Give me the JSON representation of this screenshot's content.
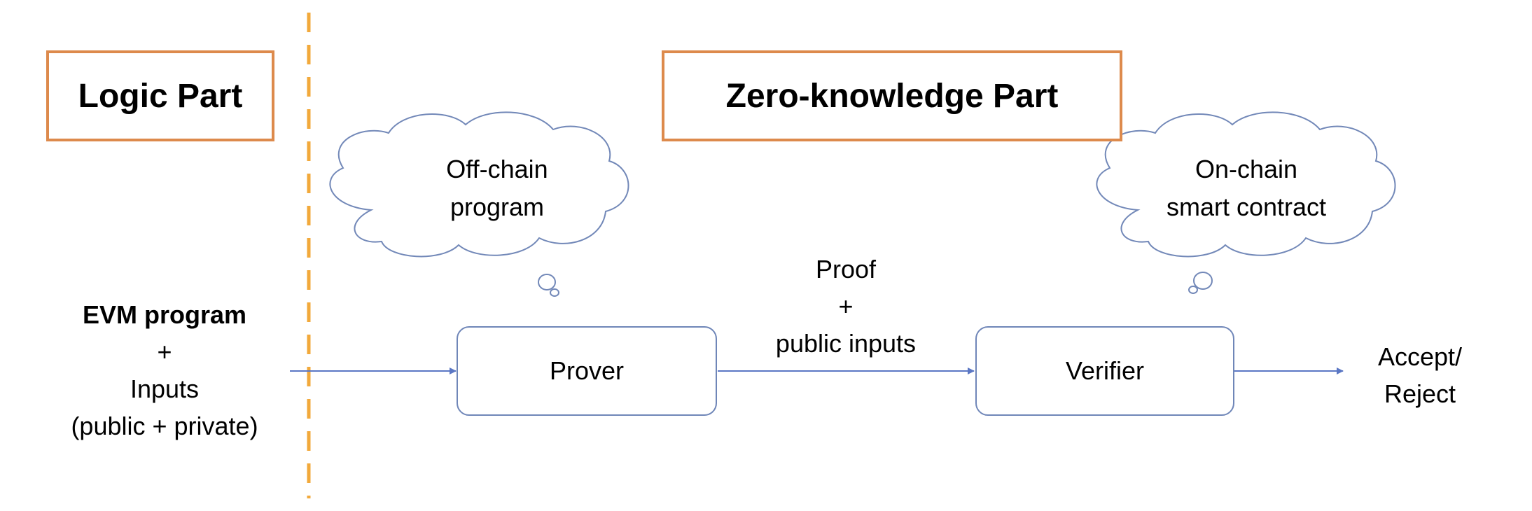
{
  "diagram": {
    "sections": {
      "logic": "Logic Part",
      "zk": "Zero-knowledge Part"
    },
    "input": {
      "line1": "EVM program",
      "line2": "+",
      "line3": "Inputs",
      "line4": "(public + private)"
    },
    "prover": {
      "label": "Prover",
      "cloud_line1": "Off-chain",
      "cloud_line2": "program"
    },
    "link": {
      "line1": "Proof",
      "line2": "+",
      "line3": "public inputs"
    },
    "verifier": {
      "label": "Verifier",
      "cloud_line1": "On-chain",
      "cloud_line2": "smart contract"
    },
    "output": {
      "line1": "Accept/",
      "line2": "Reject"
    },
    "colors": {
      "section_border": "#dd8a4c",
      "divider": "#f2a93b",
      "arrow": "#5b77c4",
      "node_border": "#6f86b8",
      "cloud_border": "#7288b8"
    }
  }
}
